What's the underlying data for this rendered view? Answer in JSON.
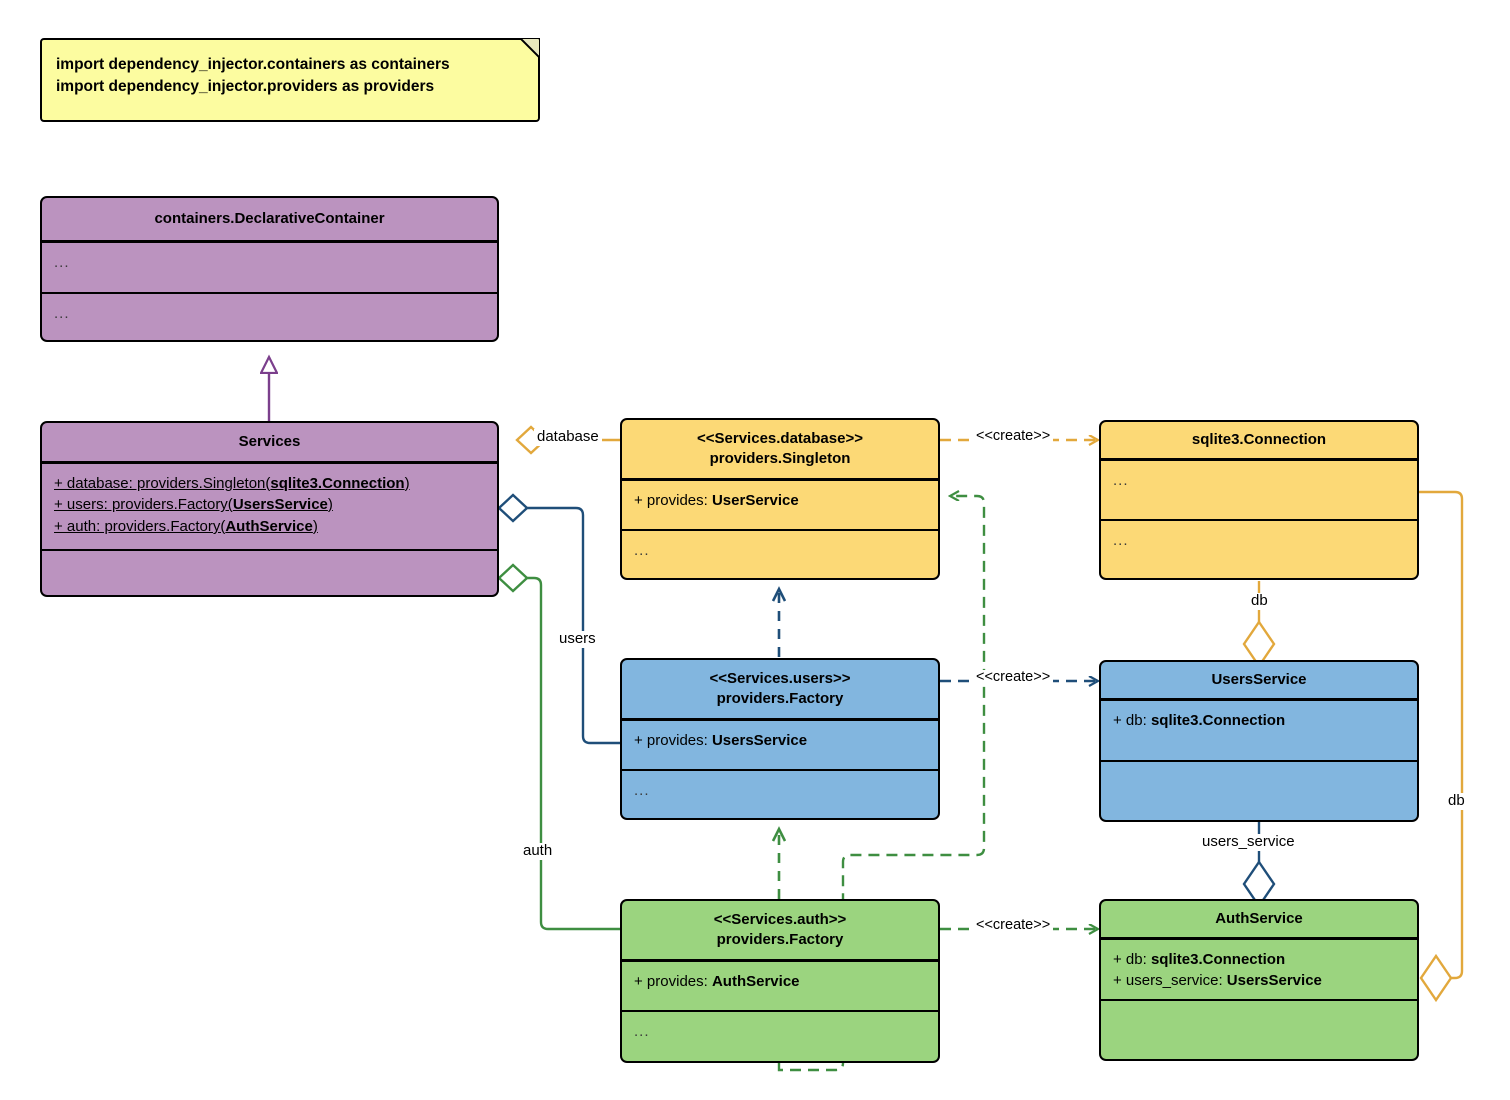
{
  "diagram": {
    "title": "dependency_injector containers UML class diagram",
    "colors": {
      "purple": "#BB93BF",
      "yellow": "#FCD976",
      "blue": "#82B6DF",
      "green": "#9BD47F",
      "note": "#FCFCA0",
      "orange_edge": "#E2A83C",
      "blue_edge": "#1F4E79",
      "green_edge": "#3E8E41",
      "purple_edge": "#7B3F8C",
      "outline": "#000000"
    }
  },
  "note": {
    "lines": [
      "import dependency_injector.containers as containers",
      "import dependency_injector.providers as providers"
    ]
  },
  "classes": {
    "declarative_container": {
      "name": "containers.DeclarativeContainer",
      "attributes": [
        "..."
      ],
      "methods": [
        "..."
      ]
    },
    "services": {
      "name": "Services",
      "attributes": [
        "+ database: providers.Singleton(sqlite3.Connection)",
        "+ users: providers.Factory(UsersService)",
        "+ auth: providers.Factory(AuthService)"
      ],
      "attributes_parts": [
        {
          "plain": "+ database: providers.Singleton(",
          "bold": "sqlite3.Connection",
          "tail": ")"
        },
        {
          "plain": "+ users: providers.Factory(",
          "bold": "UsersService",
          "tail": ")"
        },
        {
          "plain": "+ auth: providers.Factory(",
          "bold": "AuthService",
          "tail": ")"
        }
      ],
      "methods": []
    },
    "services_database": {
      "stereotype": "<<Services.database>>",
      "name": "providers.Singleton",
      "attributes": [
        {
          "plain": "+ provides: ",
          "bold": "UserService",
          "tail": ""
        }
      ],
      "methods": [
        "..."
      ]
    },
    "services_users": {
      "stereotype": "<<Services.users>>",
      "name": "providers.Factory",
      "attributes": [
        {
          "plain": "+ provides: ",
          "bold": "UsersService",
          "tail": ""
        }
      ],
      "methods": [
        "..."
      ]
    },
    "services_auth": {
      "stereotype": "<<Services.auth>>",
      "name": "providers.Factory",
      "attributes": [
        {
          "plain": "+ provides: ",
          "bold": "AuthService",
          "tail": ""
        }
      ],
      "methods": [
        "..."
      ]
    },
    "sqlite3_connection": {
      "name": "sqlite3.Connection",
      "attributes": [
        "..."
      ],
      "methods": [
        "..."
      ]
    },
    "users_service": {
      "name": "UsersService",
      "attributes": [
        {
          "plain": "+ db: ",
          "bold": "sqlite3.Connection",
          "tail": ""
        }
      ],
      "methods": []
    },
    "auth_service": {
      "name": "AuthService",
      "attributes": [
        {
          "plain": "+ db: ",
          "bold": "sqlite3.Connection",
          "tail": ""
        },
        {
          "plain": "+ users_service: ",
          "bold": "UsersService",
          "tail": ""
        }
      ],
      "methods": []
    }
  },
  "edges": {
    "inheritance_services": {
      "label": "",
      "kind": "generalization"
    },
    "database_assoc": {
      "label": "database",
      "kind": "aggregation"
    },
    "users_assoc": {
      "label": "users",
      "kind": "aggregation"
    },
    "auth_assoc": {
      "label": "auth",
      "kind": "aggregation"
    },
    "create_database": {
      "label": "<<create>>",
      "kind": "dependency"
    },
    "create_users": {
      "label": "<<create>>",
      "kind": "dependency"
    },
    "create_auth": {
      "label": "<<create>>",
      "kind": "dependency"
    },
    "db_users_service": {
      "label": "db",
      "kind": "aggregation"
    },
    "db_auth_service": {
      "label": "db",
      "kind": "aggregation"
    },
    "users_service_assoc": {
      "label": "users_service",
      "kind": "aggregation"
    },
    "users_to_database": {
      "label": "",
      "kind": "realization"
    },
    "auth_to_users": {
      "label": "",
      "kind": "realization"
    },
    "auth_to_database": {
      "label": "",
      "kind": "dependency"
    }
  }
}
